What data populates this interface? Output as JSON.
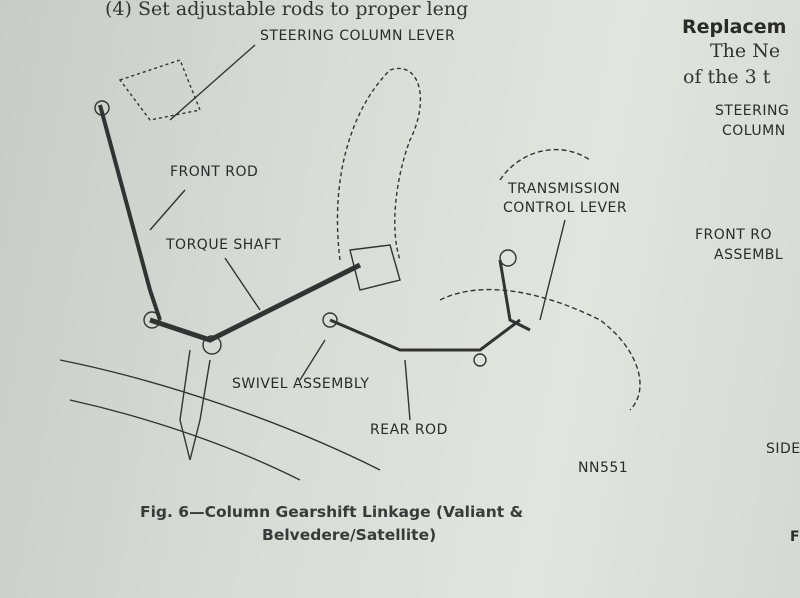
{
  "text": {
    "top_line": "(4) Set adjustable rods to proper leng",
    "right_heading": "Replacem",
    "right_line1": "The Ne",
    "right_line2": "of the 3 t",
    "right_label_steering": "STEERING",
    "right_label_column": "COLUMN",
    "right_label_front_rod": "FRONT RO",
    "right_label_assembly": "ASSEMBL",
    "right_label_side": "SIDE",
    "right_label_f": "F"
  },
  "diagram": {
    "labels": {
      "steering_column_lever": "STEERING COLUMN LEVER",
      "front_rod": "FRONT ROD",
      "torque_shaft": "TORQUE SHAFT",
      "transmission_control_lever_1": "TRANSMISSION",
      "transmission_control_lever_2": "CONTROL LEVER",
      "swivel_assembly": "SWIVEL ASSEMBLY",
      "rear_rod": "REAR ROD",
      "figure_code": "NN551"
    },
    "caption_line1": "Fig. 6—Column Gearshift Linkage (Valiant &",
    "caption_line2": "Belvedere/Satellite)"
  }
}
